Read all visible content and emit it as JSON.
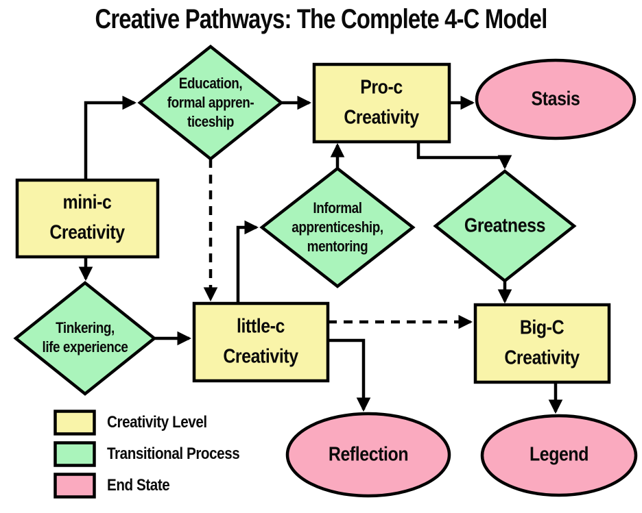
{
  "title": "Creative Pathways: The Complete 4-C Model",
  "colors": {
    "level": "#F9F4A9",
    "process": "#AAF4BB",
    "end": "#FAAABF",
    "stroke": "#000000",
    "background": "#FFFFFF"
  },
  "nodes": {
    "mini_c": {
      "label": "mini-c\nCreativity",
      "type": "Creativity Level",
      "shape": "rectangle"
    },
    "education": {
      "label": "Education,\nformal appren-\nticeship",
      "type": "Transitional Process",
      "shape": "diamond"
    },
    "pro_c": {
      "label": "Pro-c\nCreativity",
      "type": "Creativity Level",
      "shape": "rectangle"
    },
    "stasis": {
      "label": "Stasis",
      "type": "End State",
      "shape": "ellipse"
    },
    "informal": {
      "label": "Informal\napprenticeship,\nmentoring",
      "type": "Transitional Process",
      "shape": "diamond"
    },
    "greatness": {
      "label": "Greatness",
      "type": "Transitional Process",
      "shape": "diamond"
    },
    "tinkering": {
      "label": "Tinkering,\nlife experience",
      "type": "Transitional Process",
      "shape": "diamond"
    },
    "little_c": {
      "label": "little-c\nCreativity",
      "type": "Creativity Level",
      "shape": "rectangle"
    },
    "big_c": {
      "label": "Big-C\nCreativity",
      "type": "Creativity Level",
      "shape": "rectangle"
    },
    "reflection": {
      "label": "Reflection",
      "type": "End State",
      "shape": "ellipse"
    },
    "legend_state": {
      "label": "Legend",
      "type": "End State",
      "shape": "ellipse"
    }
  },
  "edges": [
    {
      "from": "mini_c",
      "to": "education",
      "style": "solid"
    },
    {
      "from": "education",
      "to": "pro_c",
      "style": "solid"
    },
    {
      "from": "pro_c",
      "to": "stasis",
      "style": "solid"
    },
    {
      "from": "pro_c",
      "to": "greatness",
      "style": "solid"
    },
    {
      "from": "greatness",
      "to": "big_c",
      "style": "solid"
    },
    {
      "from": "education",
      "to": "little_c",
      "style": "dashed"
    },
    {
      "from": "mini_c",
      "to": "tinkering",
      "style": "solid"
    },
    {
      "from": "tinkering",
      "to": "little_c",
      "style": "solid"
    },
    {
      "from": "little_c",
      "to": "informal",
      "style": "solid"
    },
    {
      "from": "informal",
      "to": "pro_c",
      "style": "solid"
    },
    {
      "from": "little_c",
      "to": "big_c",
      "style": "dashed"
    },
    {
      "from": "little_c",
      "to": "reflection",
      "style": "solid"
    },
    {
      "from": "big_c",
      "to": "legend_state",
      "style": "solid"
    }
  ],
  "legend": {
    "items": [
      {
        "label": "Creativity Level",
        "color": "#F9F4A9"
      },
      {
        "label": "Transitional Process",
        "color": "#AAF4BB"
      },
      {
        "label": "End State",
        "color": "#FAAABF"
      }
    ]
  }
}
